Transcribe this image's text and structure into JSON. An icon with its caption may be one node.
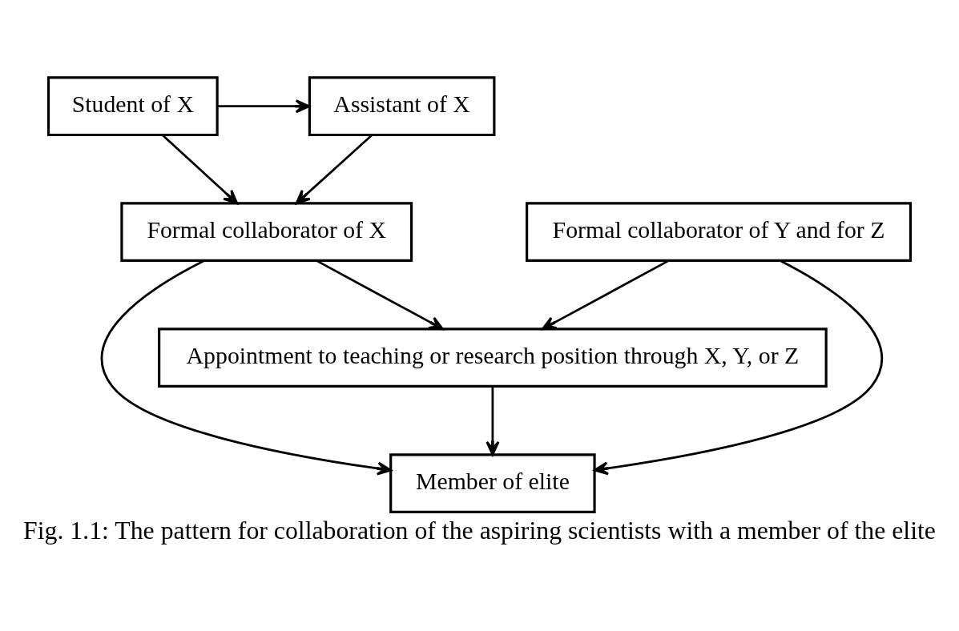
{
  "diagram": {
    "caption": "Fig. 1.1: The pattern for collaboration of the aspiring scientists with a member of the elite",
    "nodes": [
      {
        "text": [
          "Student of X"
        ]
      },
      {
        "text": [
          "Assistant of X"
        ]
      },
      {
        "text": [
          "Formal collaborator of X"
        ]
      },
      {
        "text": [
          "Formal collaborator of Y and for Z"
        ]
      },
      {
        "text": [
          "Appointment to teaching or research position through X, Y, or Z"
        ]
      },
      {
        "text": [
          "Member of elite"
        ]
      }
    ],
    "edges": [
      {
        "from": 0,
        "to": 1,
        "arrow": "to"
      },
      {
        "from": 0,
        "to": 2,
        "arrow": "to"
      },
      {
        "from": 1,
        "to": 2,
        "arrow": "to"
      },
      {
        "from": 2,
        "to": 4,
        "arrow": "to"
      },
      {
        "from": 3,
        "to": 4,
        "arrow": "to"
      },
      {
        "from": 4,
        "to": 5,
        "arrow": "to"
      },
      {
        "from": 2,
        "to": 5,
        "arrow": "to"
      },
      {
        "from": 3,
        "to": 5,
        "arrow": "to"
      }
    ]
  }
}
